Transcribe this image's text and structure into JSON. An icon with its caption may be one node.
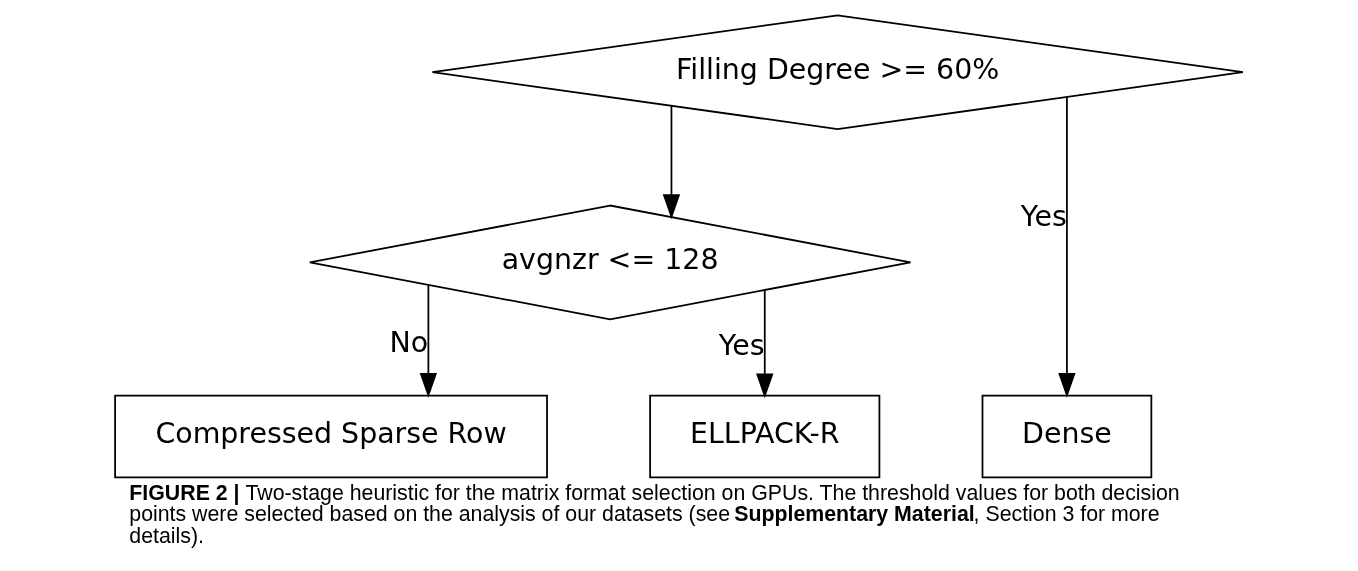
{
  "diagram": {
    "caption": "**FIGURE 2 |** Two-stage heuristic for the matrix format selection on GPUs. The threshold values for both decision points were selected based on the analysis of our datasets (see **Supplementary Material**, Section 3 for more details).",
    "nodes": [
      {
        "text": [
          "Filling Degree >= 60%"
        ]
      },
      {
        "text": [
          "avgnzr <= 128"
        ]
      },
      {
        "text": [
          "Compressed Sparse Row"
        ]
      },
      {
        "text": [
          "ELLPACK-R"
        ]
      },
      {
        "text": [
          "Dense"
        ]
      }
    ],
    "edges": [
      {
        "from": 0,
        "to": 1,
        "arrow": "to"
      },
      {
        "from": 0,
        "to": 4,
        "arrow": "to",
        "label": "Yes"
      },
      {
        "from": 1,
        "to": 2,
        "arrow": "to",
        "label": "No"
      },
      {
        "from": 1,
        "to": 3,
        "arrow": "to",
        "label": "Yes"
      }
    ]
  }
}
